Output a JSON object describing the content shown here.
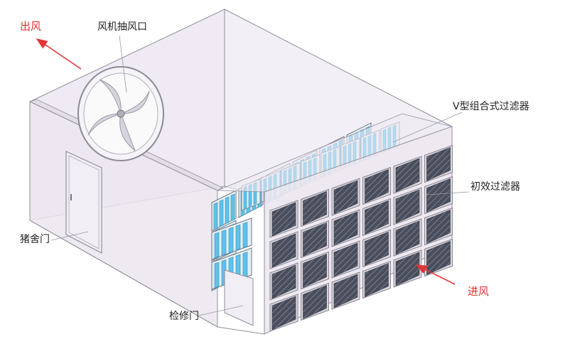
{
  "labels": {
    "exhaust_out": "出风",
    "fan_inlet": "风机抽风口",
    "v_filter": "V型组合式过滤器",
    "primary_filter": "初效过滤器",
    "pig_door": "猪舍门",
    "service_door": "检修门",
    "air_in": "进风"
  },
  "colors": {
    "annotation_red": "#e23434",
    "wall_tint": "#ece6f0",
    "wall_stroke": "#8f8f9a",
    "v_filter_blue": "#5cc3ea",
    "mesh_dark": "#3a3e4a"
  }
}
